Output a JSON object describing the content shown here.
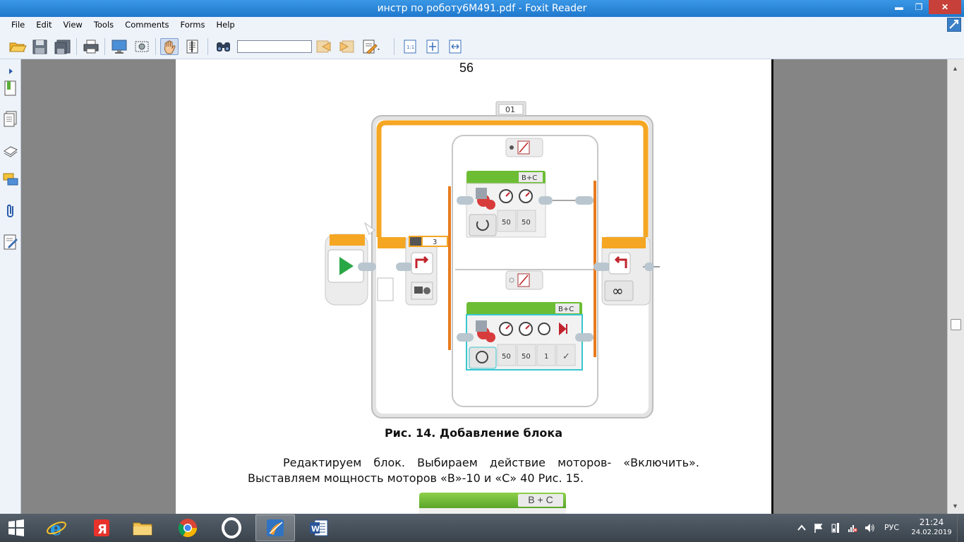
{
  "window": {
    "title": "инстр по роботу6М491.pdf - Foxit Reader",
    "min": "▬",
    "max": "❐",
    "close": "✕"
  },
  "menu": [
    "File",
    "Edit",
    "View",
    "Tools",
    "Comments",
    "Forms",
    "Help"
  ],
  "toolbar": {
    "find_value": "",
    "icons": [
      "open-icon",
      "save-icon",
      "save-as-icon",
      "print-icon",
      "fullscreen-icon",
      "snapshot-icon",
      "hand-tool-icon",
      "select-text-icon",
      "find-icon",
      "prev-result-icon",
      "next-result-icon",
      "highlight-icon",
      "actual-size-icon",
      "fit-page-icon",
      "fit-width-icon"
    ]
  },
  "document": {
    "page_number": "56",
    "figure": {
      "loop_counter": "01",
      "switch_count": "3",
      "block1_port": "B+C",
      "block1_values": [
        "50",
        "50"
      ],
      "block2_port": "B+C",
      "block2_values": [
        "50",
        "50",
        "1",
        "✓"
      ]
    },
    "caption": "Рис. 14. Добавление блока",
    "paragraph_line1": "Редактируем блок. Выбираем действие моторов- «Включить».",
    "paragraph_line2": "Выставляем мощность моторов «В»-10 и «С» 40 Рис. 15.",
    "next_figure_label": "B + C"
  },
  "taskbar": {
    "apps": [
      "start-icon",
      "internet-explorer-icon",
      "yandex-browser-icon",
      "file-explorer-icon",
      "chrome-icon",
      "opera-icon",
      "foxit-reader-icon",
      "word-icon"
    ],
    "language": "РУС",
    "time": "21:24",
    "date": "24.02.2019"
  },
  "colors": {
    "titlebar": "#2b8ad9",
    "close": "#c7403a",
    "ev3_green": "#6cbd34",
    "ev3_orange": "#f5a623",
    "ev3_cyan": "#39c6d0"
  }
}
